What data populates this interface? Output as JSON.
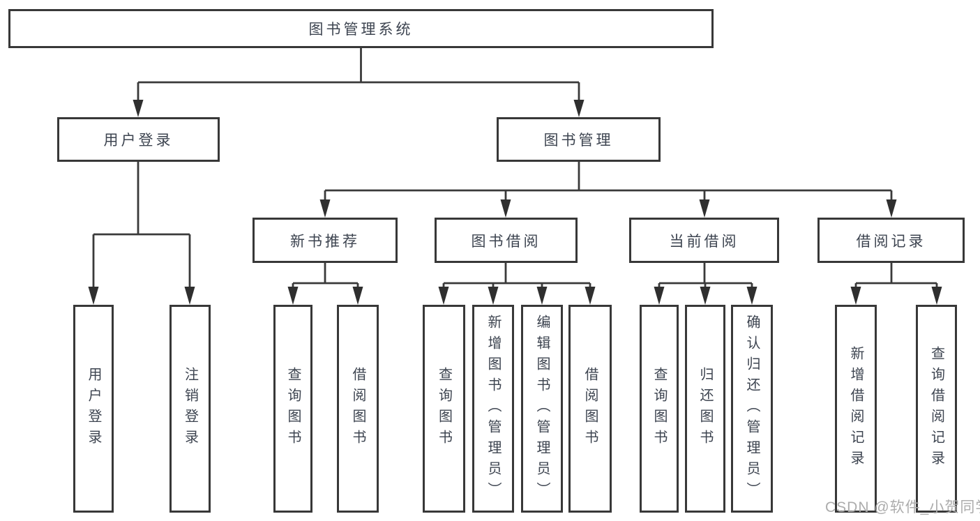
{
  "nodes": {
    "root": {
      "label": "图书管理系统"
    },
    "level2": [
      {
        "label": "用户登录"
      },
      {
        "label": "图书管理"
      }
    ],
    "level3": [
      {
        "parent": "图书管理",
        "label": "新书推荐"
      },
      {
        "parent": "图书管理",
        "label": "图书借阅"
      },
      {
        "parent": "图书管理",
        "label": "当前借阅"
      },
      {
        "parent": "图书管理",
        "label": "借阅记录"
      }
    ],
    "leaves": [
      {
        "parent": "用户登录",
        "label": "用户登录"
      },
      {
        "parent": "用户登录",
        "label": "注销登录"
      },
      {
        "parent": "新书推荐",
        "label": "查询图书"
      },
      {
        "parent": "新书推荐",
        "label": "借阅图书"
      },
      {
        "parent": "图书借阅",
        "label": "查询图书"
      },
      {
        "parent": "图书借阅",
        "label": "新增图书（管理员）"
      },
      {
        "parent": "图书借阅",
        "label": "编辑图书（管理员）"
      },
      {
        "parent": "图书借阅",
        "label": "借阅图书"
      },
      {
        "parent": "当前借阅",
        "label": "查询图书"
      },
      {
        "parent": "当前借阅",
        "label": "归还图书"
      },
      {
        "parent": "当前借阅",
        "label": "确认归还（管理员）"
      },
      {
        "parent": "借阅记录",
        "label": "新增借阅记录"
      },
      {
        "parent": "借阅记录",
        "label": "查询借阅记录"
      }
    ]
  },
  "watermark": {
    "text": "CSDN @软件_小贺同学"
  },
  "colors": {
    "line": "#3a3a3a",
    "text": "#3d4450",
    "watermark": "#acacac",
    "background": "#ffffff"
  }
}
